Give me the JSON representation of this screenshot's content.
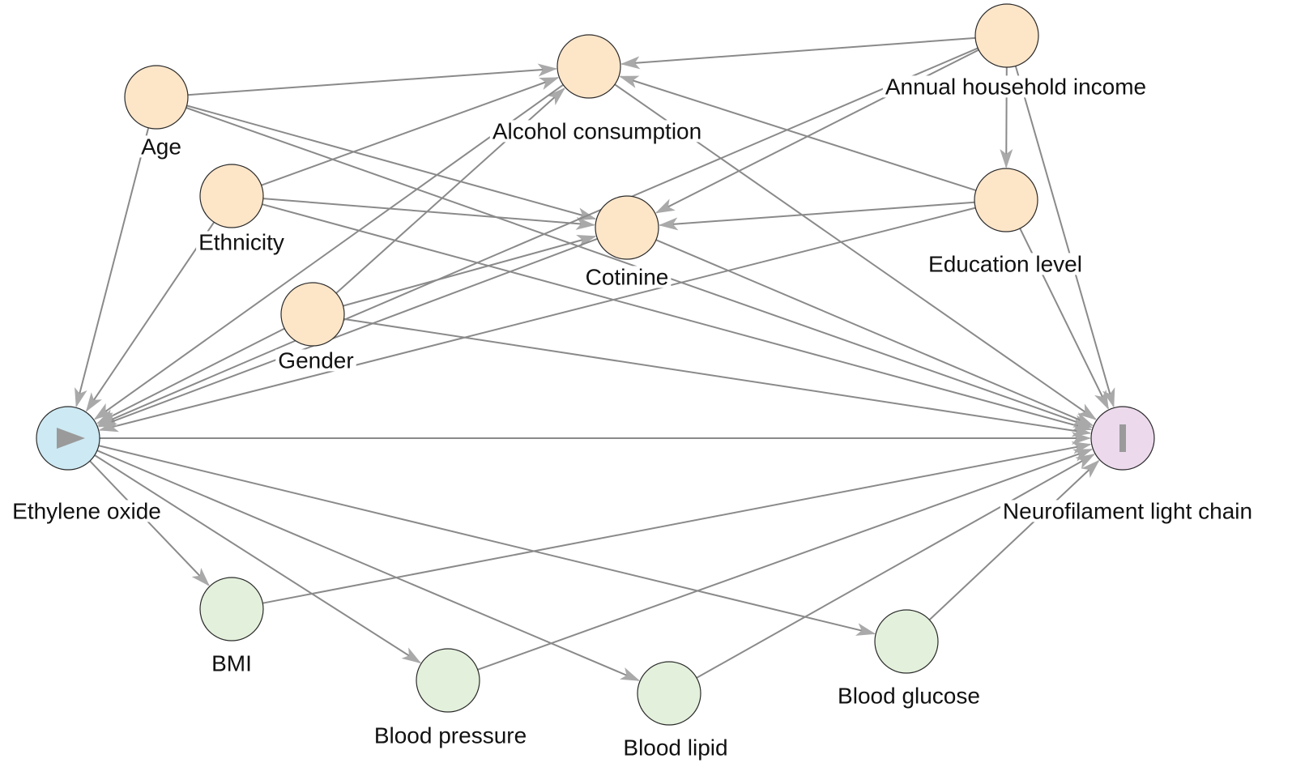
{
  "diagram": {
    "colors": {
      "covariate": "#fde5c8",
      "exposure": "#cde9f3",
      "outcome": "#ecd9ec",
      "mediator": "#e3f0dc",
      "edge": "#8a8a8a",
      "arrowhead": "#b0b0b0"
    },
    "nodes": [
      {
        "id": "age",
        "label": "Age",
        "role": "covariate"
      },
      {
        "id": "alcohol",
        "label": "Alcohol consumption",
        "role": "covariate"
      },
      {
        "id": "income",
        "label": "Annual household income",
        "role": "covariate"
      },
      {
        "id": "ethnicity",
        "label": "Ethnicity",
        "role": "covariate"
      },
      {
        "id": "cotinine",
        "label": "Cotinine",
        "role": "covariate"
      },
      {
        "id": "education",
        "label": "Education level",
        "role": "covariate"
      },
      {
        "id": "gender",
        "label": "Gender",
        "role": "covariate"
      },
      {
        "id": "exposure",
        "label": "Ethylene oxide",
        "role": "exposure",
        "icon": "play-triangle-icon"
      },
      {
        "id": "outcome",
        "label": "Neurofilament light chain",
        "role": "outcome",
        "icon": "bar-icon"
      },
      {
        "id": "bmi",
        "label": "BMI",
        "role": "mediator"
      },
      {
        "id": "bp",
        "label": "Blood pressure",
        "role": "mediator"
      },
      {
        "id": "lipid",
        "label": "Blood lipid",
        "role": "mediator"
      },
      {
        "id": "glucose",
        "label": "Blood glucose",
        "role": "mediator"
      }
    ],
    "edges": [
      {
        "from": "age",
        "to": "alcohol"
      },
      {
        "from": "age",
        "to": "cotinine"
      },
      {
        "from": "age",
        "to": "exposure"
      },
      {
        "from": "age",
        "to": "outcome"
      },
      {
        "from": "ethnicity",
        "to": "alcohol"
      },
      {
        "from": "ethnicity",
        "to": "cotinine"
      },
      {
        "from": "ethnicity",
        "to": "exposure"
      },
      {
        "from": "ethnicity",
        "to": "outcome"
      },
      {
        "from": "gender",
        "to": "alcohol"
      },
      {
        "from": "gender",
        "to": "cotinine"
      },
      {
        "from": "gender",
        "to": "exposure"
      },
      {
        "from": "gender",
        "to": "outcome"
      },
      {
        "from": "income",
        "to": "alcohol"
      },
      {
        "from": "income",
        "to": "cotinine"
      },
      {
        "from": "income",
        "to": "education"
      },
      {
        "from": "income",
        "to": "exposure"
      },
      {
        "from": "income",
        "to": "outcome"
      },
      {
        "from": "education",
        "to": "alcohol"
      },
      {
        "from": "education",
        "to": "cotinine"
      },
      {
        "from": "education",
        "to": "exposure"
      },
      {
        "from": "education",
        "to": "outcome"
      },
      {
        "from": "alcohol",
        "to": "exposure"
      },
      {
        "from": "alcohol",
        "to": "outcome"
      },
      {
        "from": "cotinine",
        "to": "exposure"
      },
      {
        "from": "cotinine",
        "to": "outcome"
      },
      {
        "from": "exposure",
        "to": "outcome"
      },
      {
        "from": "exposure",
        "to": "bmi"
      },
      {
        "from": "exposure",
        "to": "bp"
      },
      {
        "from": "exposure",
        "to": "lipid"
      },
      {
        "from": "exposure",
        "to": "glucose"
      },
      {
        "from": "bmi",
        "to": "outcome"
      },
      {
        "from": "bp",
        "to": "outcome"
      },
      {
        "from": "lipid",
        "to": "outcome"
      },
      {
        "from": "glucose",
        "to": "outcome"
      }
    ]
  }
}
